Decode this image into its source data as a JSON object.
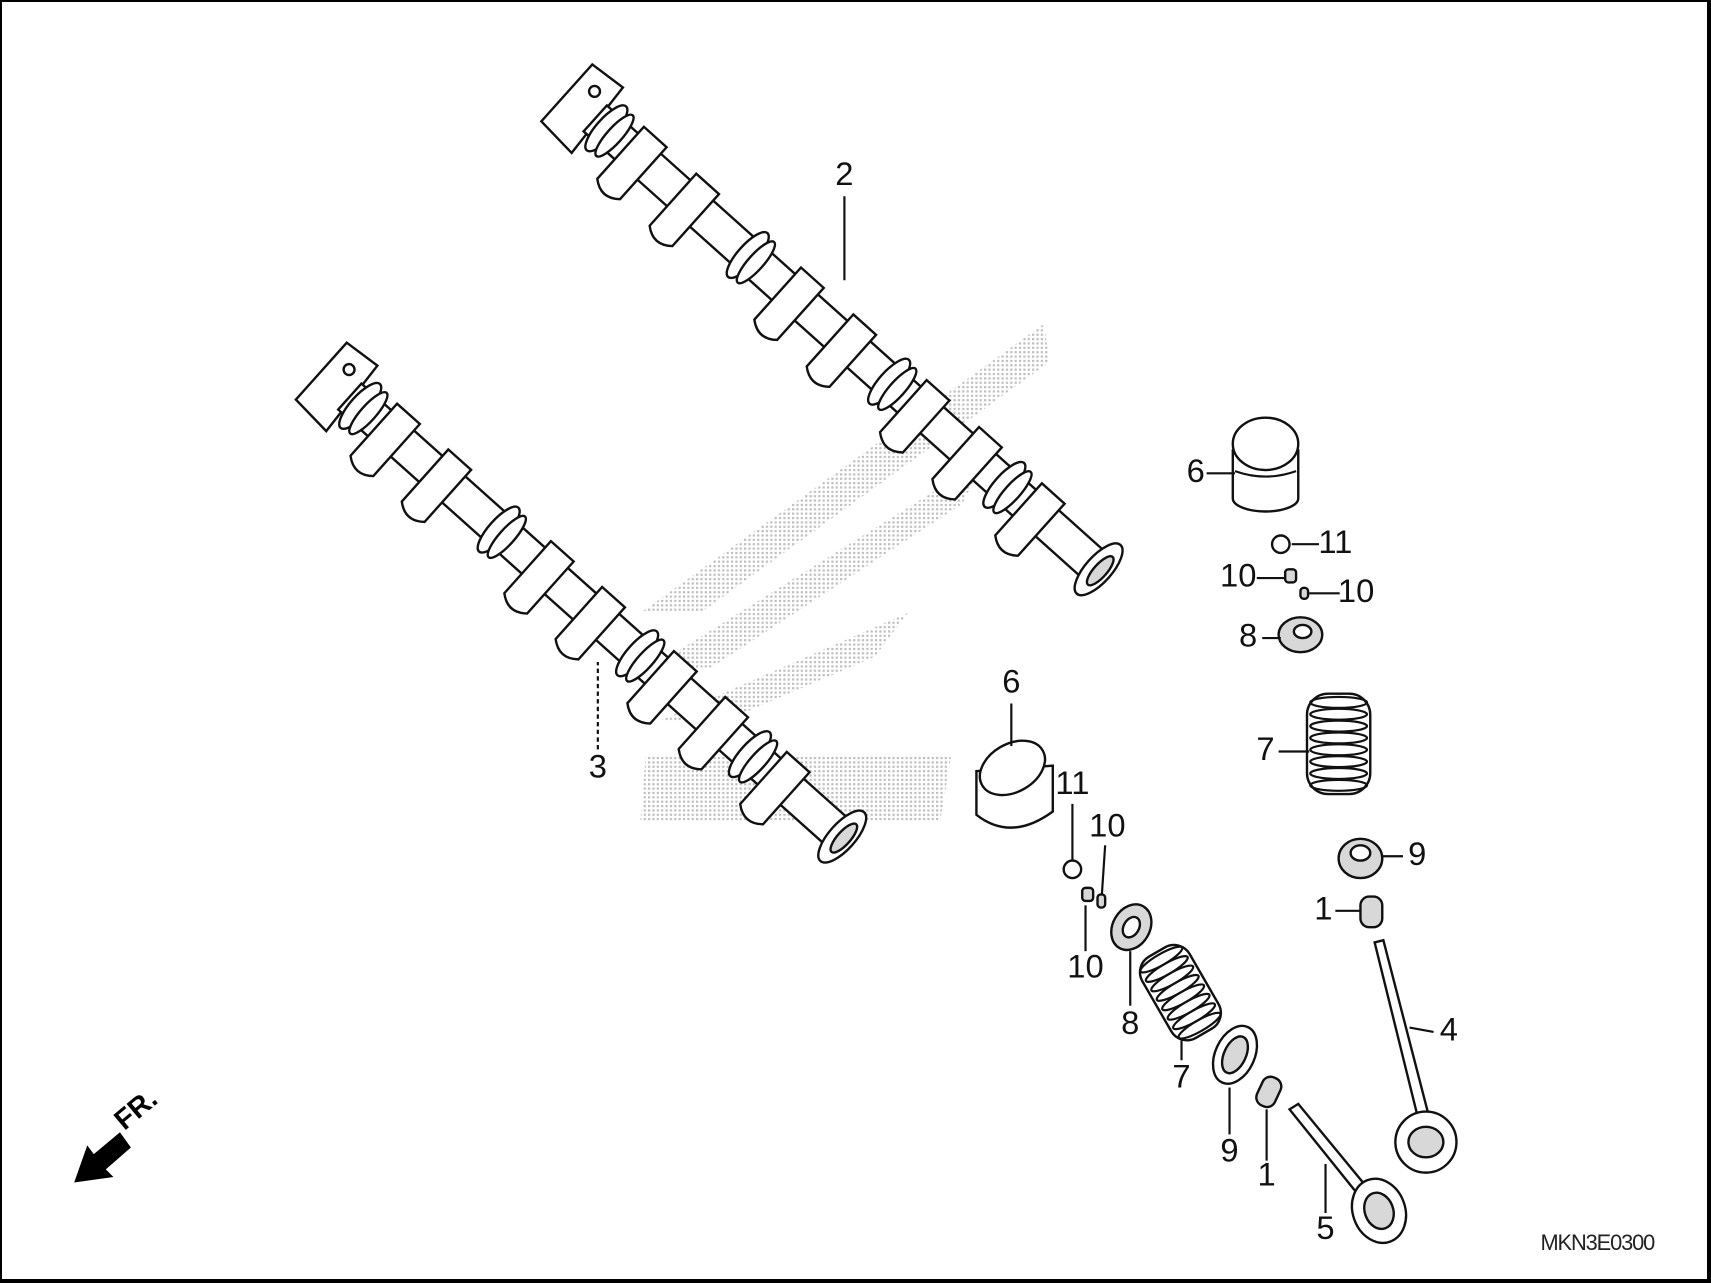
{
  "diagram": {
    "drawing_code": "MKN3E0300",
    "direction_label": "FR.",
    "watermark": "Honda wing logo",
    "callouts": {
      "camshaft_exhaust": "2",
      "camshaft_intake": "3",
      "tappet_upper": "6",
      "tappet_lower": "6",
      "shim_upper": "11",
      "shim_lower": "11",
      "cotter_upper_a": "10",
      "cotter_upper_b": "10",
      "cotter_lower_a": "10",
      "cotter_lower_b": "10",
      "retainer_upper": "8",
      "retainer_lower": "8",
      "spring_upper": "7",
      "spring_lower": "7",
      "seat_upper": "9",
      "seat_lower": "9",
      "seal_upper": "1",
      "seal_lower": "1",
      "valve_upper": "4",
      "valve_lower": "5"
    }
  }
}
